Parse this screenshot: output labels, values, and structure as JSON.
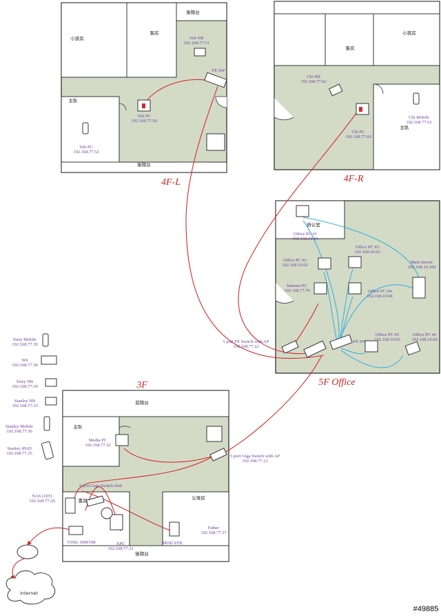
{
  "floors": {
    "f4l": "4F-L",
    "f4r": "4F-R",
    "f3": "3F",
    "f5": "5F Office"
  },
  "rooms": {
    "balcony_top": "後陽台",
    "small_bedroom": "小孩房",
    "guest_room": "客房",
    "master": "主臥",
    "front_balcony": "前陽台",
    "office": "辦公室",
    "parents": "父母房",
    "back_balcony": "後陽台"
  },
  "devices": {
    "yeh_nb": [
      "Yeh NB",
      "192.168.77.51"
    ],
    "fe_sw_4l": "FE SW",
    "yeh_pc": [
      "Yeh PC",
      "192.168.77.50"
    ],
    "yeh_mobile": [
      "Yeh PC",
      "192.168.77.52"
    ],
    "chi_nb": [
      "Chi NB",
      "192.168.77.62"
    ],
    "chi_pc": [
      "Chi PC",
      "192.168.77.60"
    ],
    "chi_mobile": [
      "Chi Mobile",
      "192.168.77.61"
    ],
    "office1": [
      "Office PC #1",
      "192.168.10.01"
    ],
    "office2": [
      "Office PC #2",
      "192.168.10.02"
    ],
    "office3": [
      "Office PC #3",
      "192.168.10.03"
    ],
    "office4": [
      "Office PC #4",
      "192.168.10.04"
    ],
    "office5": [
      "Office PC #5",
      "192.168.10.05"
    ],
    "office6": [
      "Office PC #6",
      "192.168.10.06"
    ],
    "internet_pc": [
      "Internet PC",
      "192.168.77.70"
    ],
    "main_server": [
      "Main Server",
      "192.168.10.100"
    ],
    "fe_sw_5f": "FE SW",
    "fe_sw_ap": [
      "5 port FE Switch with AP",
      "192.168.77.22"
    ],
    "eney_mobile": [
      "Eney Mobile",
      "192.168.77.39"
    ],
    "wii": [
      "Wii",
      "192.168.77.38"
    ],
    "eney_nb": [
      "Eney NB",
      "192.168.77.34"
    ],
    "stanley_nb": [
      "Stanley NB",
      "192.168.77.33"
    ],
    "stanley_mobile": [
      "Stanley Mobile",
      "192.168.77.36"
    ],
    "stanley_ipad": [
      "Stanley iPAD",
      "192.168.77.35"
    ],
    "media_pc": [
      "Media PC",
      "192.168.77.32"
    ],
    "giga_ap": [
      "5 port Giga Switch with AP",
      "192.168.77.21"
    ],
    "giga_hub": "5 port Giga Switch Hub",
    "nas": [
      "NAS (10T)",
      "192.168.77.20"
    ],
    "vdsl": "VDSL 50M/5M",
    "xpc": [
      "XPC",
      "192.168.77.31"
    ],
    "mod": "MOD STB",
    "father": [
      "Father",
      "192.168.77.37"
    ],
    "internet": "Internet"
  },
  "watermark": "#49885",
  "colors": {
    "wire_red": "#d62a2a",
    "wire_blue": "#3bb0da",
    "floor_fill": "#d3dbc7",
    "label": "#6a3c9c"
  }
}
